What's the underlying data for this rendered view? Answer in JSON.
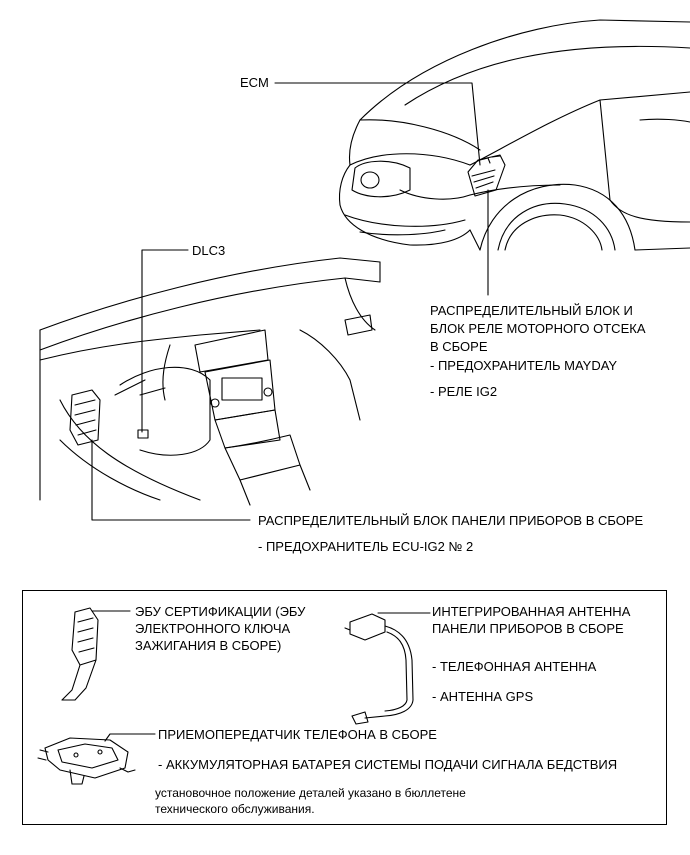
{
  "car_labels": {
    "ecm": "ECM",
    "dlc3": "DLC3",
    "engine_block": [
      "РАСПРЕДЕЛИТЕЛЬНЫЙ БЛОК И",
      "БЛОК РЕЛЕ МОТОРНОГО ОТСЕКА",
      "В СБОРЕ"
    ],
    "engine_items": [
      "- ПРЕДОХРАНИТЕЛЬ MAYDAY",
      "- РЕЛЕ IG2"
    ],
    "panel_block": "РАСПРЕДЕЛИТЕЛЬНЫЙ БЛОК ПАНЕЛИ ПРИБОРОВ В СБОРЕ",
    "panel_items": [
      "- ПРЕДОХРАНИТЕЛЬ ECU-IG2 № 2"
    ]
  },
  "legend_box": {
    "cert_ecu": [
      "ЭБУ СЕРТИФИКАЦИИ (ЭБУ",
      "ЭЛЕКТРОННОГО КЛЮЧА",
      "ЗАЖИГАНИЯ В СБОРЕ)"
    ],
    "antenna": [
      "ИНТЕГРИРОВАННАЯ АНТЕННА",
      "ПАНЕЛИ ПРИБОРОВ В СБОРЕ"
    ],
    "antenna_items": [
      "- ТЕЛЕФОННАЯ АНТЕННА",
      "- АНТЕННА GPS"
    ],
    "transceiver": "ПРИЕМОПЕРЕДАТЧИК ТЕЛЕФОНА В СБОРЕ",
    "transceiver_items": [
      "- АККУМУЛЯТОРНАЯ БАТАРЕЯ СИСТЕМЫ ПОДАЧИ СИГНАЛА БЕДСТВИЯ"
    ],
    "note": [
      "установочное положение деталей указано в бюллетене",
      "технического обслуживания."
    ]
  }
}
